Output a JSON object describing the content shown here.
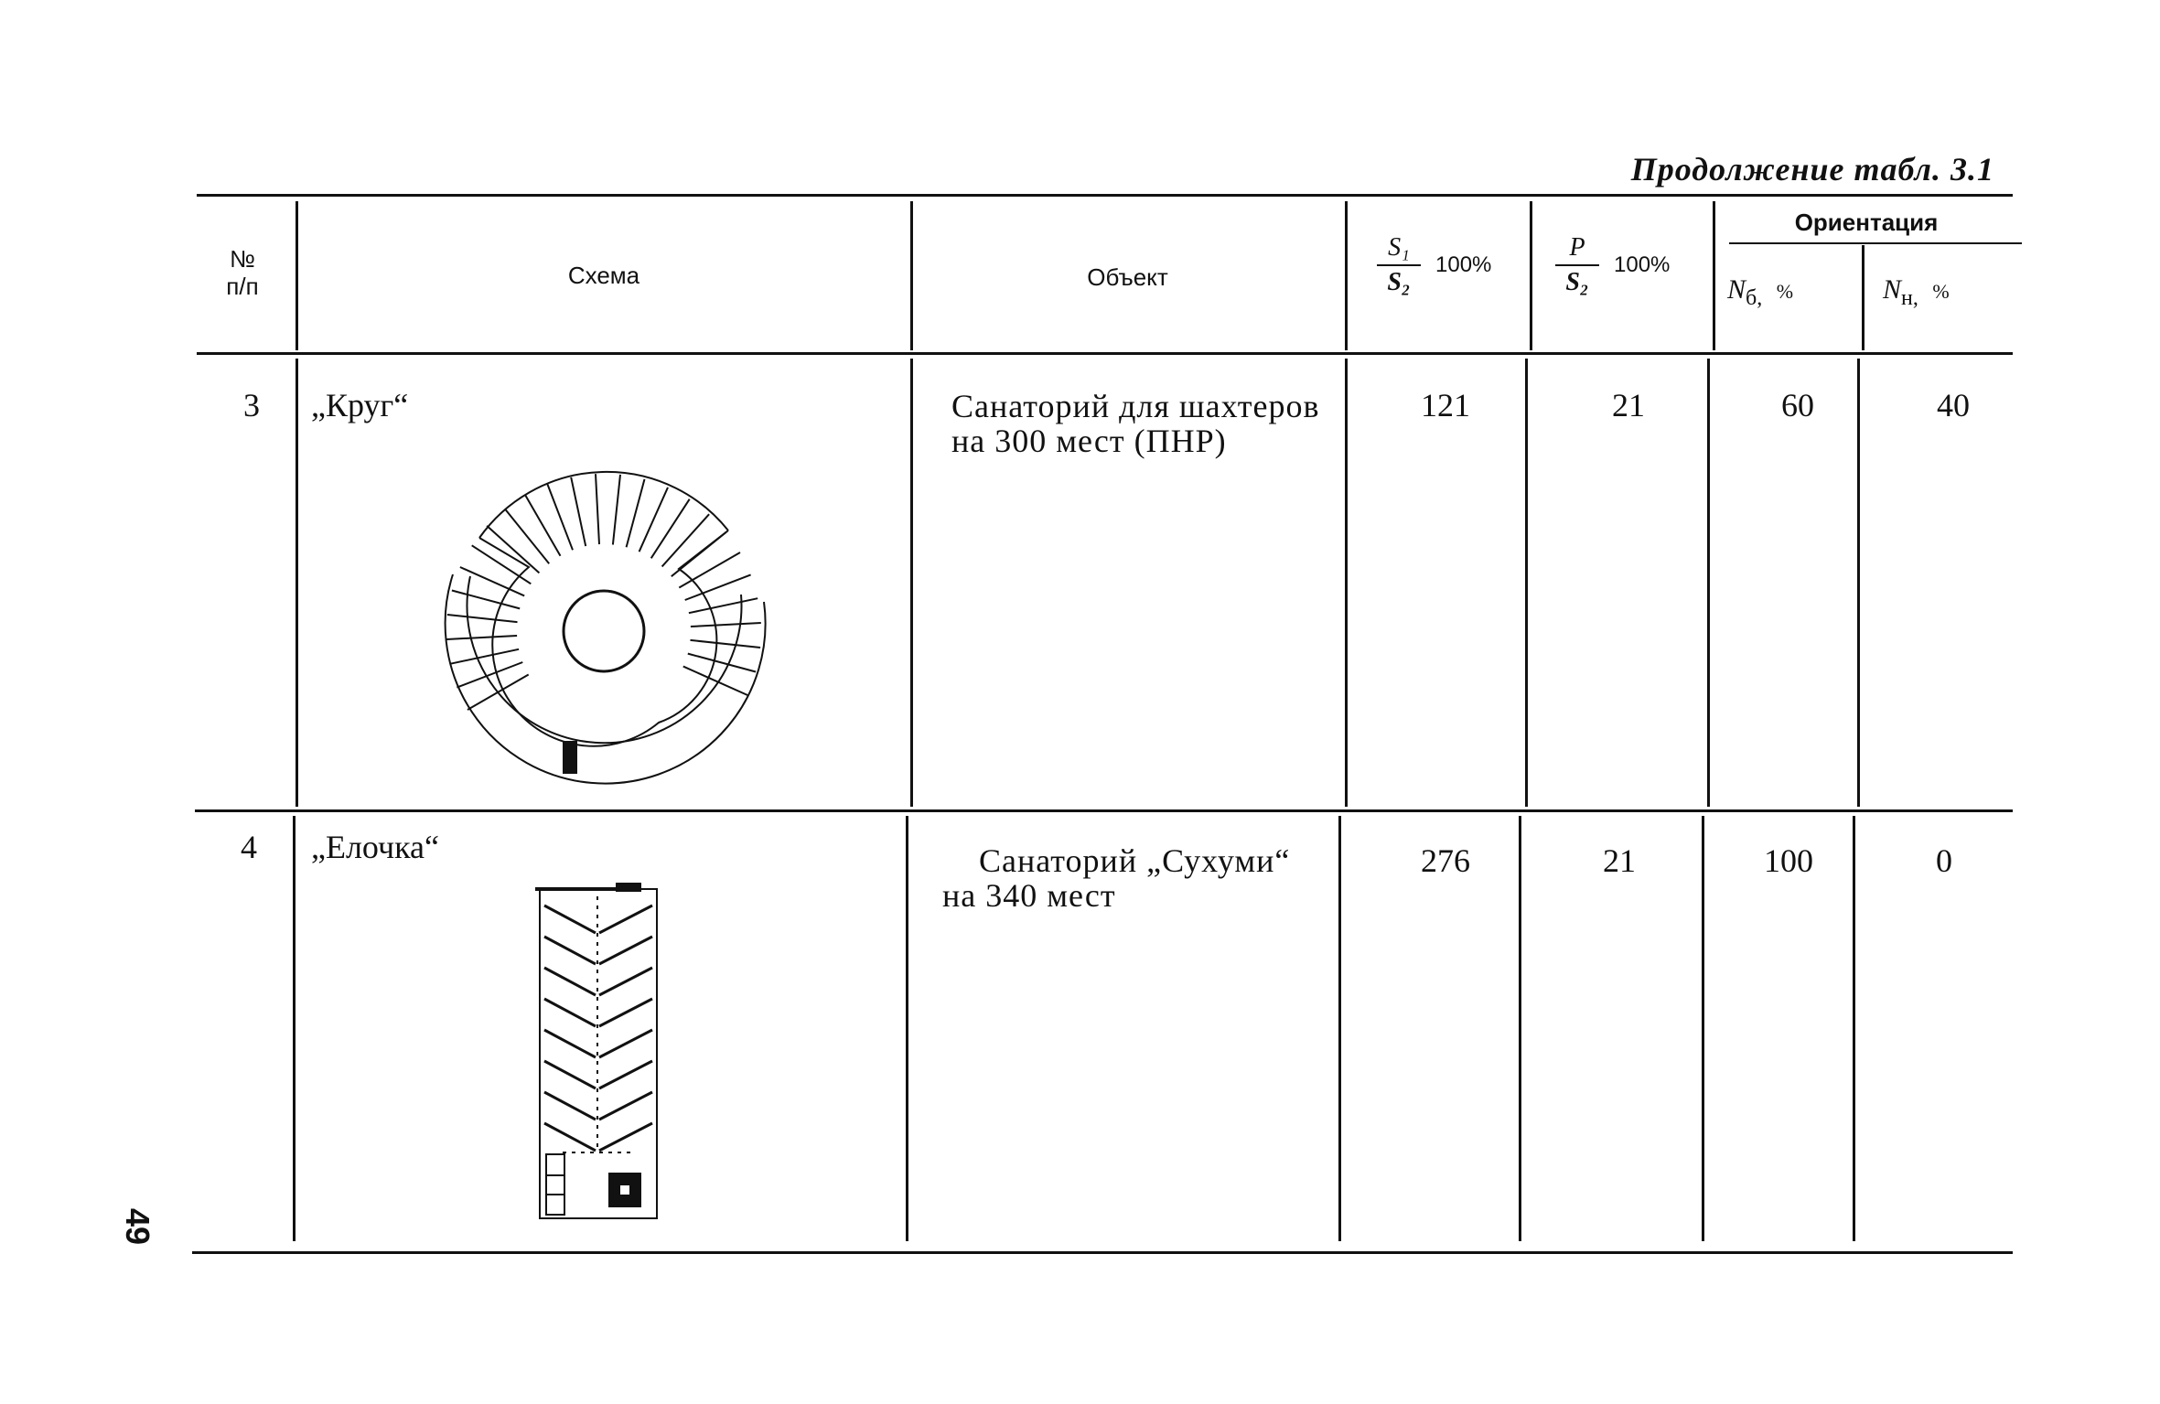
{
  "continuation_title": "Продолжение табл. 3.1",
  "header": {
    "no": "№",
    "no_sub": "п/п",
    "scheme": "Схема",
    "object": "Объект",
    "s_ratio": {
      "num": "S₁",
      "den": "S₂",
      "pct": "100%"
    },
    "p_ratio": {
      "num": "P",
      "den": "S₂",
      "pct": "100%"
    },
    "orientation": "Ориентация",
    "nb": {
      "sym": "N",
      "sub": "б,",
      "unit": "%"
    },
    "nn": {
      "sym": "N",
      "sub": "н,",
      "unit": "%"
    }
  },
  "rows": [
    {
      "no": "3",
      "scheme": "„Круг“",
      "object_line1": "Санаторий для шахтеров",
      "object_line2": "на 300 мест (ПНР)",
      "s_ratio": "121",
      "p_ratio": "21",
      "nb": "60",
      "nn": "40"
    },
    {
      "no": "4",
      "scheme": "„Елочка“",
      "object_line1": "Санаторий  „Сухуми“",
      "object_line2": "на 340 мест",
      "s_ratio": "276",
      "p_ratio": "21",
      "nb": "100",
      "nn": "0"
    }
  ],
  "page_number": "49"
}
